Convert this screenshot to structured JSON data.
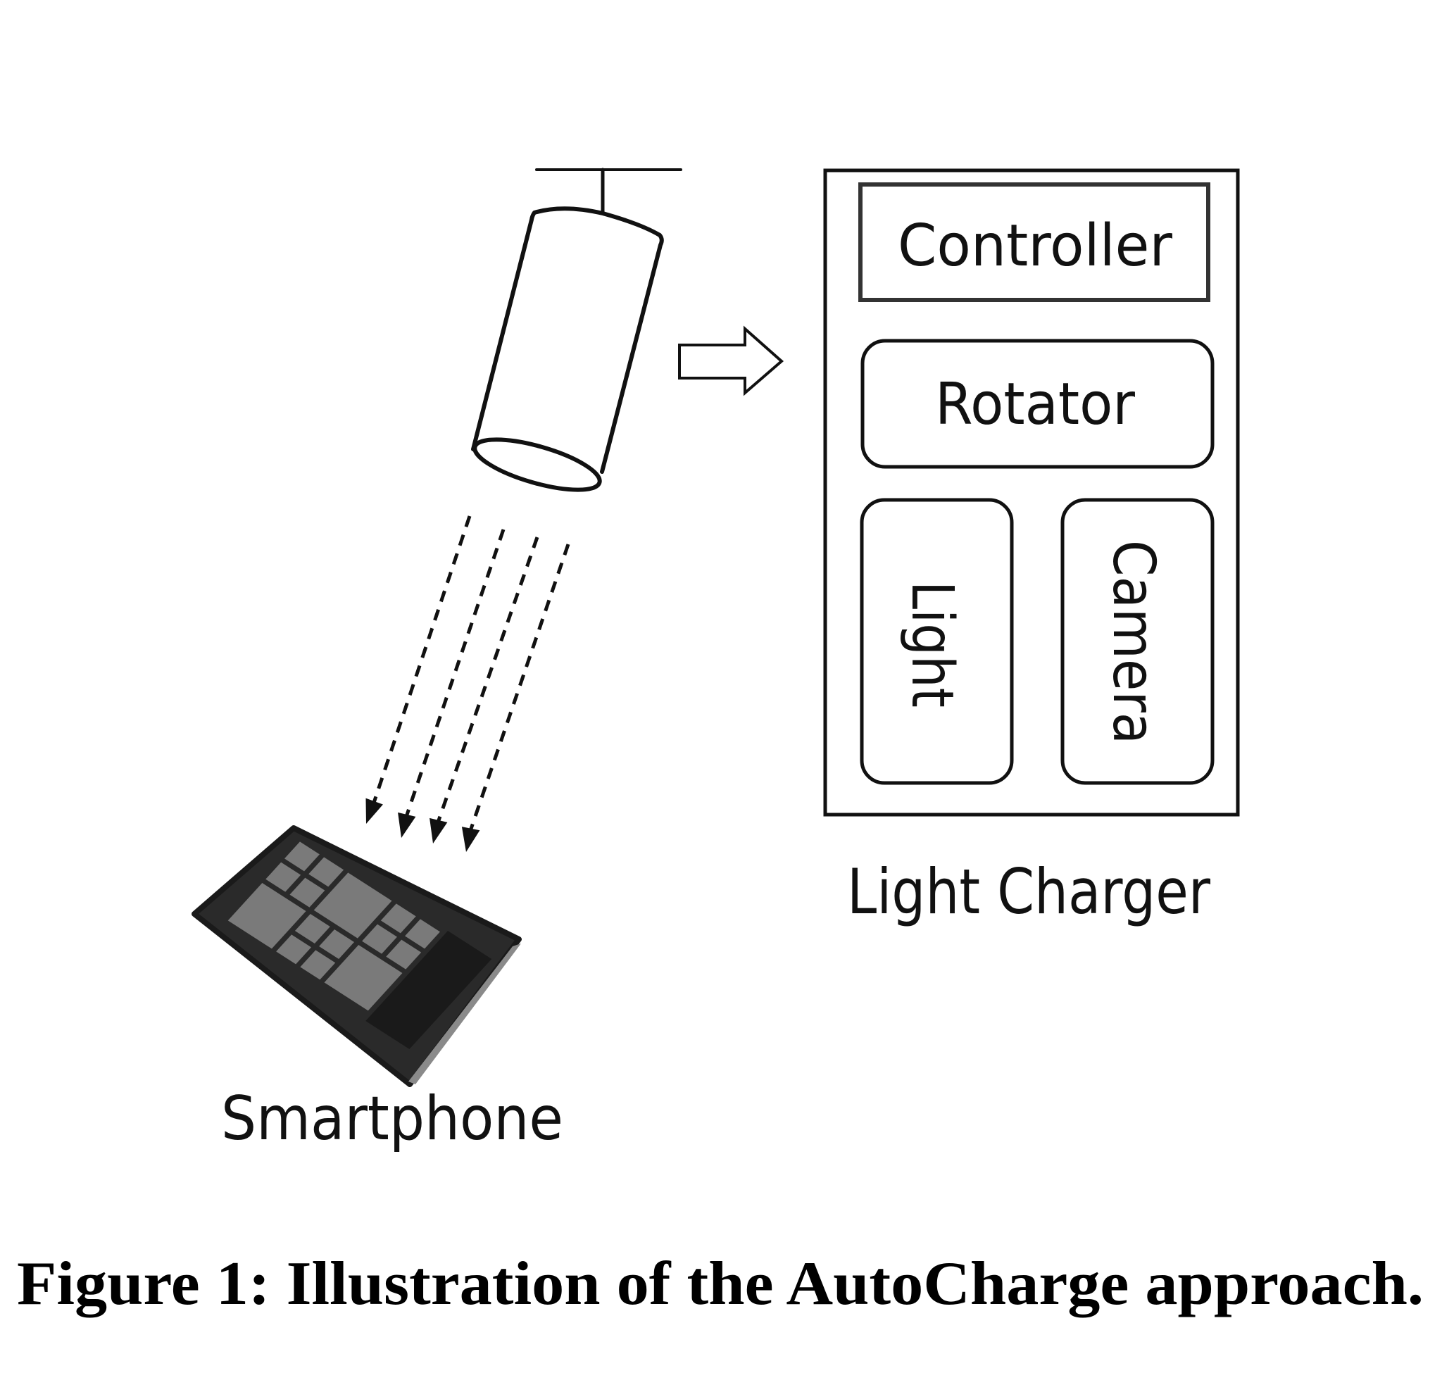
{
  "figure": {
    "caption": "Figure 1: Illustration of the AutoCharge approach.",
    "colors": {
      "background": "#ffffff",
      "stroke": "#111111",
      "phone_body": "#2a2a2a",
      "phone_tile": "#7a7a7a",
      "phone_screen_dark": "#1a1a1a"
    }
  },
  "light_source": {
    "icon": "spotlight-lamp-icon",
    "beam_count": 4
  },
  "flow_arrow": {
    "icon": "hollow-right-arrow-icon"
  },
  "smartphone": {
    "icon": "smartphone-icon",
    "label": "Smartphone"
  },
  "light_charger": {
    "label": "Light Charger",
    "components": {
      "controller": "Controller",
      "rotator": "Rotator",
      "light": "Light",
      "camera": "Camera"
    }
  }
}
